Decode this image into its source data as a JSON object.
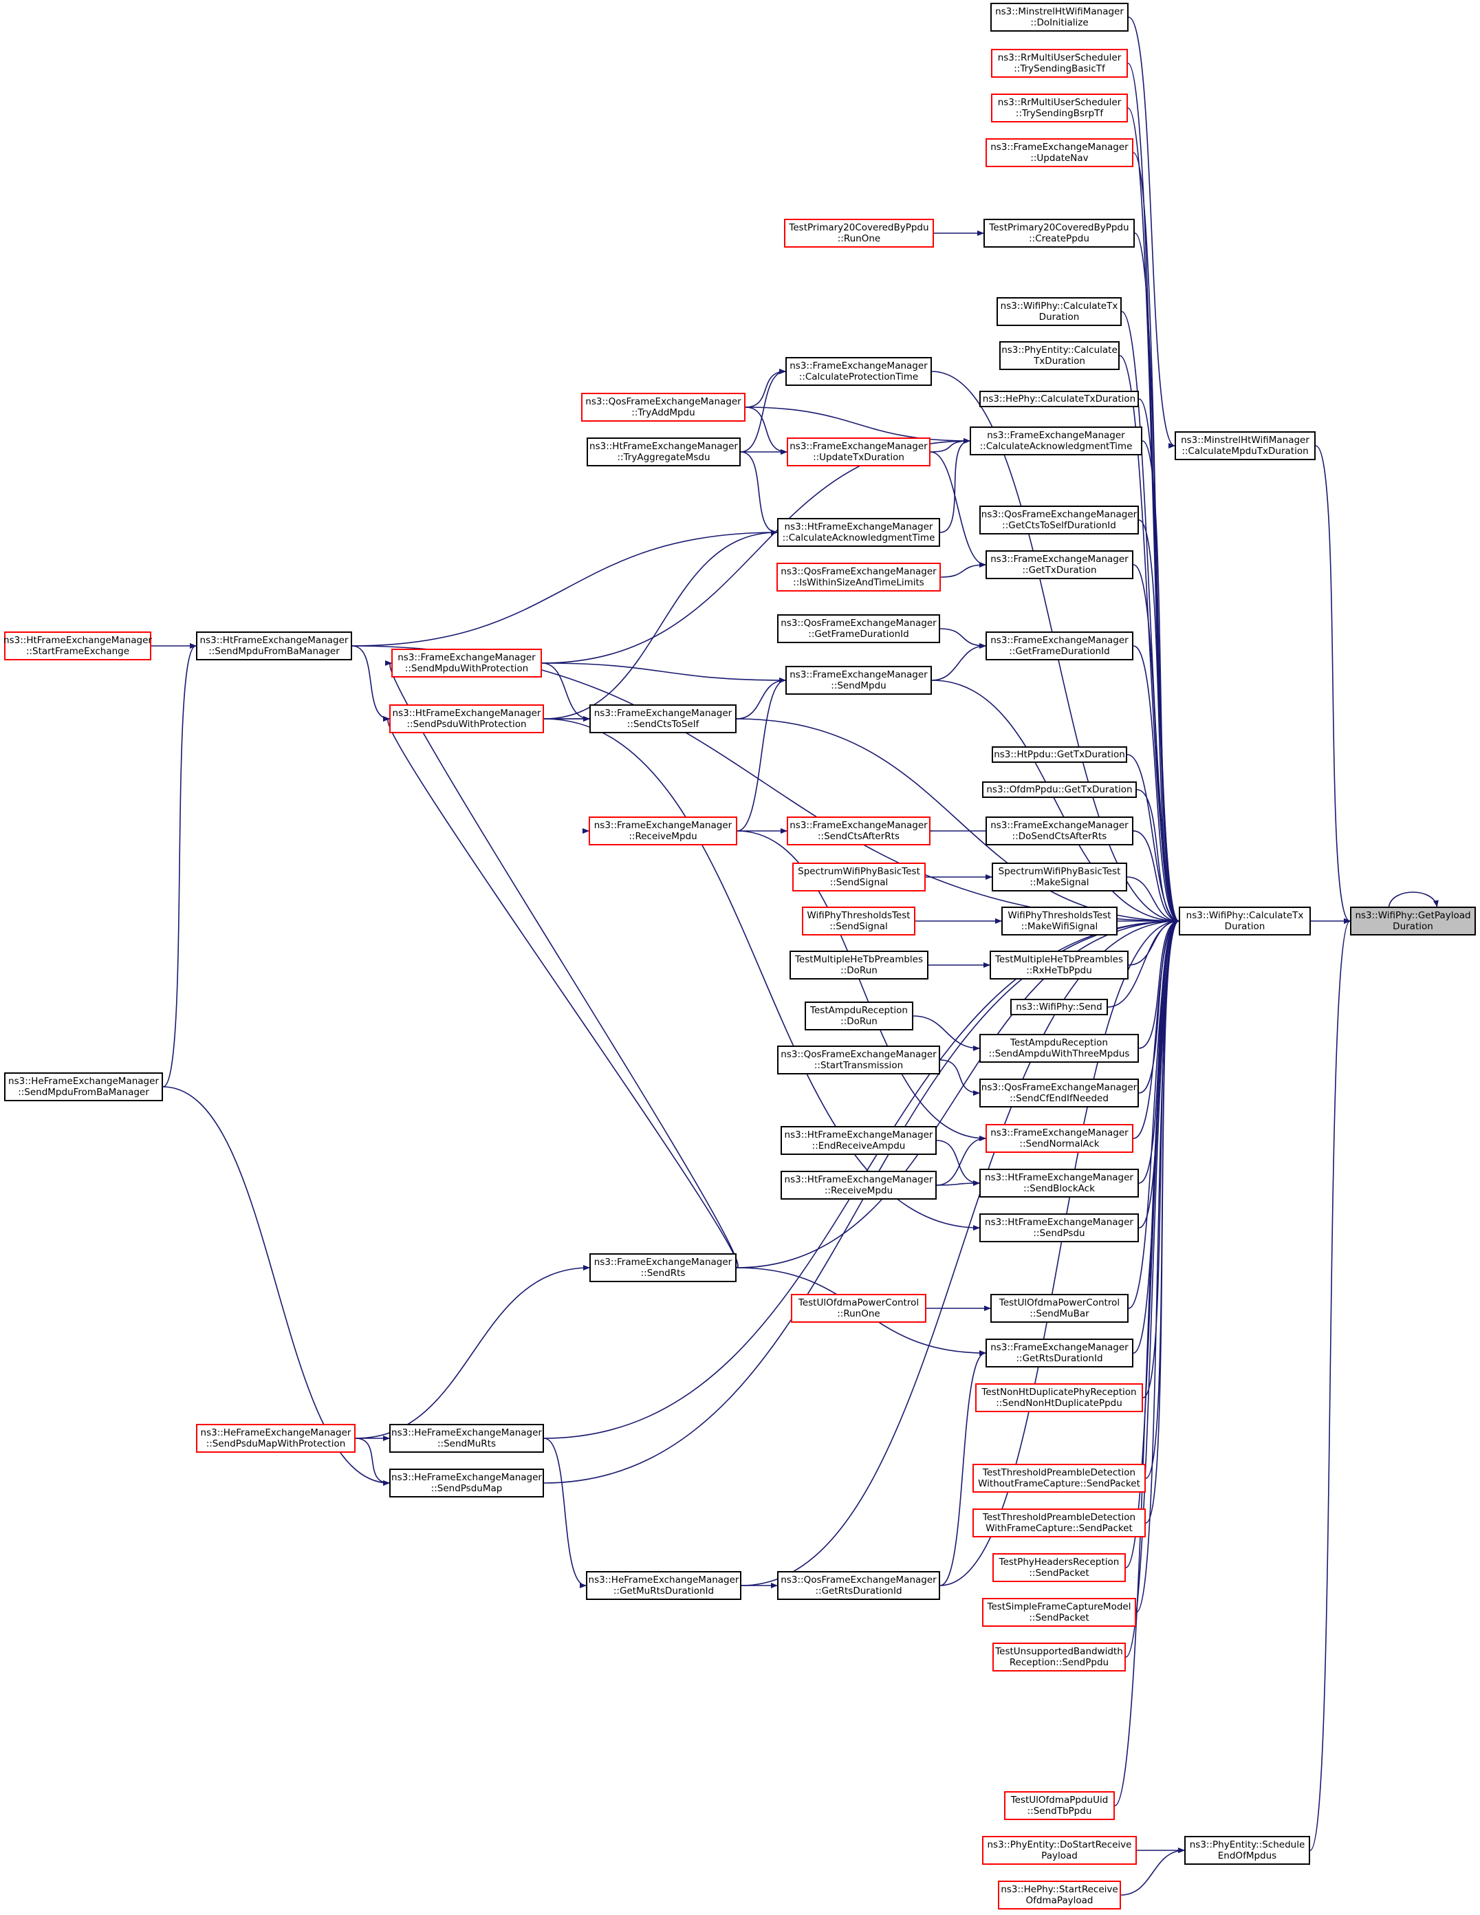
{
  "colors": {
    "edge": "#191970",
    "node_border": "#000000",
    "red_border": "#ff0000",
    "focus_fill": "#bfbfbf"
  },
  "nodes": [
    {
      "id": "getpayload",
      "l1": "ns3::WifiPhy::GetPayload",
      "l2": "Duration",
      "style": "focus"
    },
    {
      "id": "calctx",
      "l1": "ns3::WifiPhy::CalculateTx",
      "l2": "Duration",
      "style": "black"
    },
    {
      "id": "minstrelcalc",
      "l1": "ns3::MinstrelHtWifiManager",
      "l2": "::CalculateMpduTxDuration",
      "style": "black"
    },
    {
      "id": "schedule",
      "l1": "ns3::PhyEntity::Schedule",
      "l2": "EndOfMpdus",
      "style": "black"
    },
    {
      "id": "minstreldoinit",
      "l1": "ns3::MinstrelHtWifiManager",
      "l2": "::DoInitialize",
      "style": "black"
    },
    {
      "id": "rrbasic",
      "l1": "ns3::RrMultiUserScheduler",
      "l2": "::TrySendingBasicTf",
      "style": "red"
    },
    {
      "id": "rrbsrp",
      "l1": "ns3::RrMultiUserScheduler",
      "l2": "::TrySendingBsrpTf",
      "style": "red"
    },
    {
      "id": "updatenav",
      "l1": "ns3::FrameExchangeManager",
      "l2": "::UpdateNav",
      "style": "red"
    },
    {
      "id": "createppdu",
      "l1": "TestPrimary20CoveredByPpdu",
      "l2": "::CreatePpdu",
      "style": "black"
    },
    {
      "id": "runone20",
      "l1": "TestPrimary20CoveredByPpdu",
      "l2": "::RunOne",
      "style": "red"
    },
    {
      "id": "wifiphycalc",
      "l1": "ns3::WifiPhy::CalculateTx",
      "l2": "Duration",
      "style": "black"
    },
    {
      "id": "phyentitycalc",
      "l1": "ns3::PhyEntity::Calculate",
      "l2": "TxDuration",
      "style": "black"
    },
    {
      "id": "hephycalc",
      "l1": "ns3::HePhy::CalculateTxDuration",
      "l2": "",
      "style": "black"
    },
    {
      "id": "femprot",
      "l1": "ns3::FrameExchangeManager",
      "l2": "::CalculateProtectionTime",
      "style": "black"
    },
    {
      "id": "femack",
      "l1": "ns3::FrameExchangeManager",
      "l2": "::CalculateAcknowledgmentTime",
      "style": "black"
    },
    {
      "id": "qostryadd",
      "l1": "ns3::QosFrameExchangeManager",
      "l2": "::TryAddMpdu",
      "style": "red"
    },
    {
      "id": "httryagg",
      "l1": "ns3::HtFrameExchangeManager",
      "l2": "::TryAggregateMsdu",
      "style": "black"
    },
    {
      "id": "femupdatetx",
      "l1": "ns3::FrameExchangeManager",
      "l2": "::UpdateTxDuration",
      "style": "red"
    },
    {
      "id": "htack",
      "l1": "ns3::HtFrameExchangeManager",
      "l2": "::CalculateAcknowledgmentTime",
      "style": "black"
    },
    {
      "id": "qosctsself",
      "l1": "ns3::QosFrameExchangeManager",
      "l2": "::GetCtsToSelfDurationId",
      "style": "black"
    },
    {
      "id": "qoswithin",
      "l1": "ns3::QosFrameExchangeManager",
      "l2": "::IsWithinSizeAndTimeLimits",
      "style": "red"
    },
    {
      "id": "femgettx",
      "l1": "ns3::FrameExchangeManager",
      "l2": "::GetTxDuration",
      "style": "black"
    },
    {
      "id": "qosframedur",
      "l1": "ns3::QosFrameExchangeManager",
      "l2": "::GetFrameDurationId",
      "style": "black"
    },
    {
      "id": "femframedur",
      "l1": "ns3::FrameExchangeManager",
      "l2": "::GetFrameDurationId",
      "style": "black"
    },
    {
      "id": "htstartfe",
      "l1": "ns3::HtFrameExchangeManager",
      "l2": "::StartFrameExchange",
      "style": "red"
    },
    {
      "id": "htsendfromba",
      "l1": "ns3::HtFrameExchangeManager",
      "l2": "::SendMpduFromBaManager",
      "style": "black"
    },
    {
      "id": "femsendmpduprot",
      "l1": "ns3::FrameExchangeManager",
      "l2": "::SendMpduWithProtection",
      "style": "red"
    },
    {
      "id": "femsendmpdu",
      "l1": "ns3::FrameExchangeManager",
      "l2": "::SendMpdu",
      "style": "black"
    },
    {
      "id": "htsendpsduprot",
      "l1": "ns3::HtFrameExchangeManager",
      "l2": "::SendPsduWithProtection",
      "style": "red"
    },
    {
      "id": "femsendcts",
      "l1": "ns3::FrameExchangeManager",
      "l2": "::SendCtsToSelf",
      "style": "black"
    },
    {
      "id": "htppdu",
      "l1": "ns3::HtPpdu::GetTxDuration",
      "l2": "",
      "style": "black"
    },
    {
      "id": "ofdmppdu",
      "l1": "ns3::OfdmPpdu::GetTxDuration",
      "l2": "",
      "style": "black"
    },
    {
      "id": "femrecvmpdu",
      "l1": "ns3::FrameExchangeManager",
      "l2": "::ReceiveMpdu",
      "style": "red"
    },
    {
      "id": "femsendctsrts",
      "l1": "ns3::FrameExchangeManager",
      "l2": "::SendCtsAfterRts",
      "style": "red"
    },
    {
      "id": "femdosendcts",
      "l1": "ns3::FrameExchangeManager",
      "l2": "::DoSendCtsAfterRts",
      "style": "black"
    },
    {
      "id": "specsend",
      "l1": "SpectrumWifiPhyBasicTest",
      "l2": "::SendSignal",
      "style": "red"
    },
    {
      "id": "specmake",
      "l1": "SpectrumWifiPhyBasicTest",
      "l2": "::MakeSignal",
      "style": "black"
    },
    {
      "id": "thrsend",
      "l1": "WifiPhyThresholdsTest",
      "l2": "::SendSignal",
      "style": "red"
    },
    {
      "id": "thrmake",
      "l1": "WifiPhyThresholdsTest",
      "l2": "::MakeWifiSignal",
      "style": "black"
    },
    {
      "id": "multidorun",
      "l1": "TestMultipleHeTbPreambles",
      "l2": "::DoRun",
      "style": "black"
    },
    {
      "id": "multirx",
      "l1": "TestMultipleHeTbPreambles",
      "l2": "::RxHeTbPpdu",
      "style": "black"
    },
    {
      "id": "wifiphysend",
      "l1": "ns3::WifiPhy::Send",
      "l2": "",
      "style": "black"
    },
    {
      "id": "ampdudorun",
      "l1": "TestAmpduReception",
      "l2": "::DoRun",
      "style": "black"
    },
    {
      "id": "ampdusend",
      "l1": "TestAmpduReception",
      "l2": "::SendAmpduWithThreeMpdus",
      "style": "black"
    },
    {
      "id": "qosstarttx",
      "l1": "ns3::QosFrameExchangeManager",
      "l2": "::StartTransmission",
      "style": "black"
    },
    {
      "id": "qossendcf",
      "l1": "ns3::QosFrameExchangeManager",
      "l2": "::SendCfEndIfNeeded",
      "style": "black"
    },
    {
      "id": "hesendfromba",
      "l1": "ns3::HeFrameExchangeManager",
      "l2": "::SendMpduFromBaManager",
      "style": "black"
    },
    {
      "id": "htendrecv",
      "l1": "ns3::HtFrameExchangeManager",
      "l2": "::EndReceiveAmpdu",
      "style": "black"
    },
    {
      "id": "femsendnormalack",
      "l1": "ns3::FrameExchangeManager",
      "l2": "::SendNormalAck",
      "style": "red"
    },
    {
      "id": "htrecvmpdu",
      "l1": "ns3::HtFrameExchangeManager",
      "l2": "::ReceiveMpdu",
      "style": "black"
    },
    {
      "id": "htsendblockack",
      "l1": "ns3::HtFrameExchangeManager",
      "l2": "::SendBlockAck",
      "style": "black"
    },
    {
      "id": "htsendpsdu",
      "l1": "ns3::HtFrameExchangeManager",
      "l2": "::SendPsdu",
      "style": "black"
    },
    {
      "id": "femsendrts",
      "l1": "ns3::FrameExchangeManager",
      "l2": "::SendRts",
      "style": "black"
    },
    {
      "id": "ulrunone",
      "l1": "TestUlOfdmaPowerControl",
      "l2": "::RunOne",
      "style": "red"
    },
    {
      "id": "ulsendmubar",
      "l1": "TestUlOfdmaPowerControl",
      "l2": "::SendMuBar",
      "style": "black"
    },
    {
      "id": "femgetrts",
      "l1": "ns3::FrameExchangeManager",
      "l2": "::GetRtsDurationId",
      "style": "black"
    },
    {
      "id": "nonht",
      "l1": "TestNonHtDuplicatePhyReception",
      "l2": "::SendNonHtDuplicatePpdu",
      "style": "red"
    },
    {
      "id": "hesendpsdumapprot",
      "l1": "ns3::HeFrameExchangeManager",
      "l2": "::SendPsduMapWithProtection",
      "style": "red"
    },
    {
      "id": "hesendmurts",
      "l1": "ns3::HeFrameExchangeManager",
      "l2": "::SendMuRts",
      "style": "black"
    },
    {
      "id": "hesendpsdumap",
      "l1": "ns3::HeFrameExchangeManager",
      "l2": "::SendPsduMap",
      "style": "black"
    },
    {
      "id": "thrwithout",
      "l1": "TestThresholdPreambleDetection",
      "l2": "WithoutFrameCapture::SendPacket",
      "style": "red"
    },
    {
      "id": "thrwith",
      "l1": "TestThresholdPreambleDetection",
      "l2": "WithFrameCapture::SendPacket",
      "style": "red"
    },
    {
      "id": "phyheaders",
      "l1": "TestPhyHeadersReception",
      "l2": "::SendPacket",
      "style": "red"
    },
    {
      "id": "simplecap",
      "l1": "TestSimpleFrameCaptureModel",
      "l2": "::SendPacket",
      "style": "red"
    },
    {
      "id": "hegetmurts",
      "l1": "ns3::HeFrameExchangeManager",
      "l2": "::GetMuRtsDurationId",
      "style": "black"
    },
    {
      "id": "qosgetrts",
      "l1": "ns3::QosFrameExchangeManager",
      "l2": "::GetRtsDurationId",
      "style": "black"
    },
    {
      "id": "unsupported",
      "l1": "TestUnsupportedBandwidth",
      "l2": "Reception::SendPpdu",
      "style": "red"
    },
    {
      "id": "ultbppdu",
      "l1": "TestUlOfdmaPpduUid",
      "l2": "::SendTbPpdu",
      "style": "red"
    },
    {
      "id": "dostartrecv",
      "l1": "ns3::PhyEntity::DoStartReceive",
      "l2": "Payload",
      "style": "red"
    },
    {
      "id": "hestartrecv",
      "l1": "ns3::HePhy::StartReceive",
      "l2": "OfdmaPayload",
      "style": "red"
    }
  ],
  "edges": [
    [
      "getpayload",
      "getpayload"
    ],
    [
      "calctx",
      "getpayload"
    ],
    [
      "minstrelcalc",
      "getpayload"
    ],
    [
      "schedule",
      "getpayload"
    ],
    [
      "minstreldoinit",
      "minstrelcalc"
    ],
    [
      "rrbasic",
      "calctx"
    ],
    [
      "rrbsrp",
      "calctx"
    ],
    [
      "updatenav",
      "calctx"
    ],
    [
      "createppdu",
      "calctx"
    ],
    [
      "wifiphycalc",
      "calctx"
    ],
    [
      "phyentitycalc",
      "calctx"
    ],
    [
      "hephycalc",
      "calctx"
    ],
    [
      "femack",
      "calctx"
    ],
    [
      "qosctsself",
      "calctx"
    ],
    [
      "femgettx",
      "calctx"
    ],
    [
      "femframedur",
      "calctx"
    ],
    [
      "htppdu",
      "calctx"
    ],
    [
      "ofdmppdu",
      "calctx"
    ],
    [
      "femdosendcts",
      "calctx"
    ],
    [
      "specmake",
      "calctx"
    ],
    [
      "thrmake",
      "calctx"
    ],
    [
      "multirx",
      "calctx"
    ],
    [
      "wifiphysend",
      "calctx"
    ],
    [
      "ampdusend",
      "calctx"
    ],
    [
      "qossendcf",
      "calctx"
    ],
    [
      "femsendnormalack",
      "calctx"
    ],
    [
      "htsendblockack",
      "calctx"
    ],
    [
      "htsendpsdu",
      "calctx"
    ],
    [
      "ulsendmubar",
      "calctx"
    ],
    [
      "femgetrts",
      "calctx"
    ],
    [
      "nonht",
      "calctx"
    ],
    [
      "thrwithout",
      "calctx"
    ],
    [
      "thrwith",
      "calctx"
    ],
    [
      "phyheaders",
      "calctx"
    ],
    [
      "simplecap",
      "calctx"
    ],
    [
      "unsupported",
      "calctx"
    ],
    [
      "ultbppdu",
      "calctx"
    ],
    [
      "femprot",
      "calctx"
    ],
    [
      "htsendfromba",
      "calctx"
    ],
    [
      "femsendmpdu",
      "calctx"
    ],
    [
      "femsendcts",
      "calctx"
    ],
    [
      "femsendrts",
      "calctx"
    ],
    [
      "hesendmurts",
      "calctx"
    ],
    [
      "hegetmurts",
      "calctx"
    ],
    [
      "qosgetrts",
      "calctx"
    ],
    [
      "hesendpsdumap",
      "calctx"
    ],
    [
      "dostartrecv",
      "schedule"
    ],
    [
      "hestartrecv",
      "schedule"
    ],
    [
      "runone20",
      "createppdu"
    ],
    [
      "qostryadd",
      "femprot"
    ],
    [
      "httryagg",
      "femprot"
    ],
    [
      "qostryadd",
      "femack"
    ],
    [
      "femupdatetx",
      "femack"
    ],
    [
      "htack",
      "femack"
    ],
    [
      "femsendmpduprot",
      "femack"
    ],
    [
      "qostryadd",
      "femupdatetx"
    ],
    [
      "httryagg",
      "femupdatetx"
    ],
    [
      "httryagg",
      "htack"
    ],
    [
      "htsendfromba",
      "htack"
    ],
    [
      "htsendpsduprot",
      "htack"
    ],
    [
      "femupdatetx",
      "femgettx"
    ],
    [
      "qoswithin",
      "femgettx"
    ],
    [
      "qosframedur",
      "femframedur"
    ],
    [
      "femsendmpdu",
      "femframedur"
    ],
    [
      "htstartfe",
      "htsendfromba"
    ],
    [
      "hesendfromba",
      "htsendfromba"
    ],
    [
      "femsendmpduprot",
      "femsendmpdu"
    ],
    [
      "femrecvmpdu",
      "femsendmpdu"
    ],
    [
      "femsendcts",
      "femsendmpdu"
    ],
    [
      "htsendfromba",
      "htsendpsduprot"
    ],
    [
      "femsendcts",
      "htsendpsduprot"
    ],
    [
      "femsendrts",
      "htsendpsduprot"
    ],
    [
      "femsendmpduprot",
      "femsendcts"
    ],
    [
      "htsendpsduprot",
      "femsendcts"
    ],
    [
      "femsendrts",
      "femsendmpduprot"
    ],
    [
      "femsendctsrts",
      "femrecvmpdu"
    ],
    [
      "femdosendcts",
      "femsendctsrts"
    ],
    [
      "specsend",
      "specmake"
    ],
    [
      "thrsend",
      "thrmake"
    ],
    [
      "multidorun",
      "multirx"
    ],
    [
      "ampdudorun",
      "ampdusend"
    ],
    [
      "qosstarttx",
      "qossendcf"
    ],
    [
      "femrecvmpdu",
      "femsendnormalack"
    ],
    [
      "htrecvmpdu",
      "femsendnormalack"
    ],
    [
      "htendrecv",
      "htsendblockack"
    ],
    [
      "htrecvmpdu",
      "htsendblockack"
    ],
    [
      "htsendpsduprot",
      "htsendpsdu"
    ],
    [
      "ulrunone",
      "ulsendmubar"
    ],
    [
      "femsendrts",
      "femgetrts"
    ],
    [
      "qosgetrts",
      "femgetrts"
    ],
    [
      "hesendpsdumapprot",
      "femsendrts"
    ],
    [
      "hesendpsdumapprot",
      "hesendmurts"
    ],
    [
      "hesendpsdumapprot",
      "hesendpsdumap"
    ],
    [
      "hesendfromba",
      "hesendpsdumap"
    ],
    [
      "hesendmurts",
      "hegetmurts"
    ],
    [
      "hegetmurts",
      "qosgetrts"
    ]
  ]
}
